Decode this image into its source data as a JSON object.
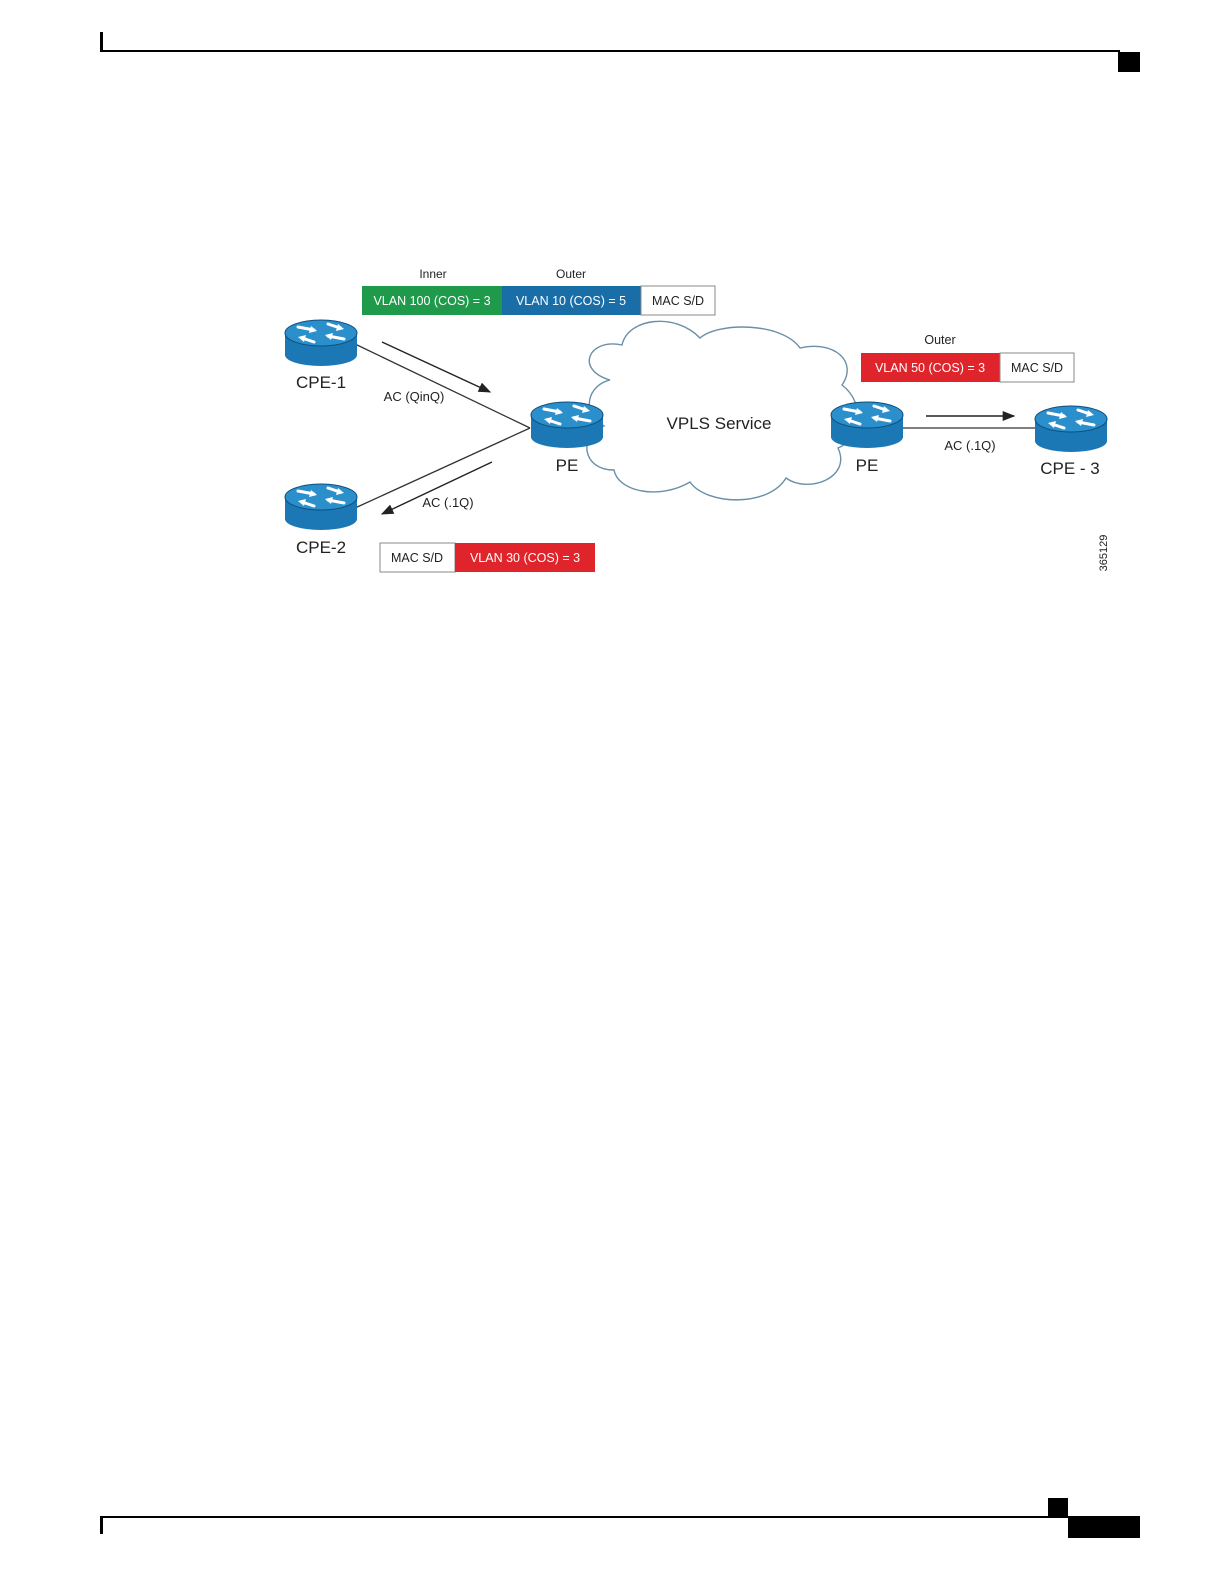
{
  "labels": {
    "inner": "Inner",
    "outer_top": "Outer",
    "outer_right": "Outer",
    "cpe1": "CPE-1",
    "cpe2": "CPE-2",
    "cpe3": "CPE - 3",
    "pe_left": "PE",
    "pe_right": "PE",
    "cloud": "VPLS Service",
    "ac_qinq": "AC (QinQ)",
    "ac_1q_left": "AC (.1Q)",
    "ac_1q_right": "AC (.1Q)",
    "figure_id": "365129"
  },
  "frames": {
    "top": [
      "VLAN 100 (COS) = 3",
      "VLAN 10 (COS) = 5",
      "MAC S/D"
    ],
    "right": [
      "VLAN 50 (COS) = 3",
      "MAC S/D"
    ],
    "bottom": [
      "MAC S/D",
      "VLAN 30 (COS) = 3"
    ]
  },
  "colors": {
    "green": "#1e9a4a",
    "blue": "#1a6ea8",
    "red": "#e0242b",
    "router": "#1b78b4",
    "router_dark": "#0e4f7f",
    "cloud_stroke": "#6a8fa8"
  }
}
